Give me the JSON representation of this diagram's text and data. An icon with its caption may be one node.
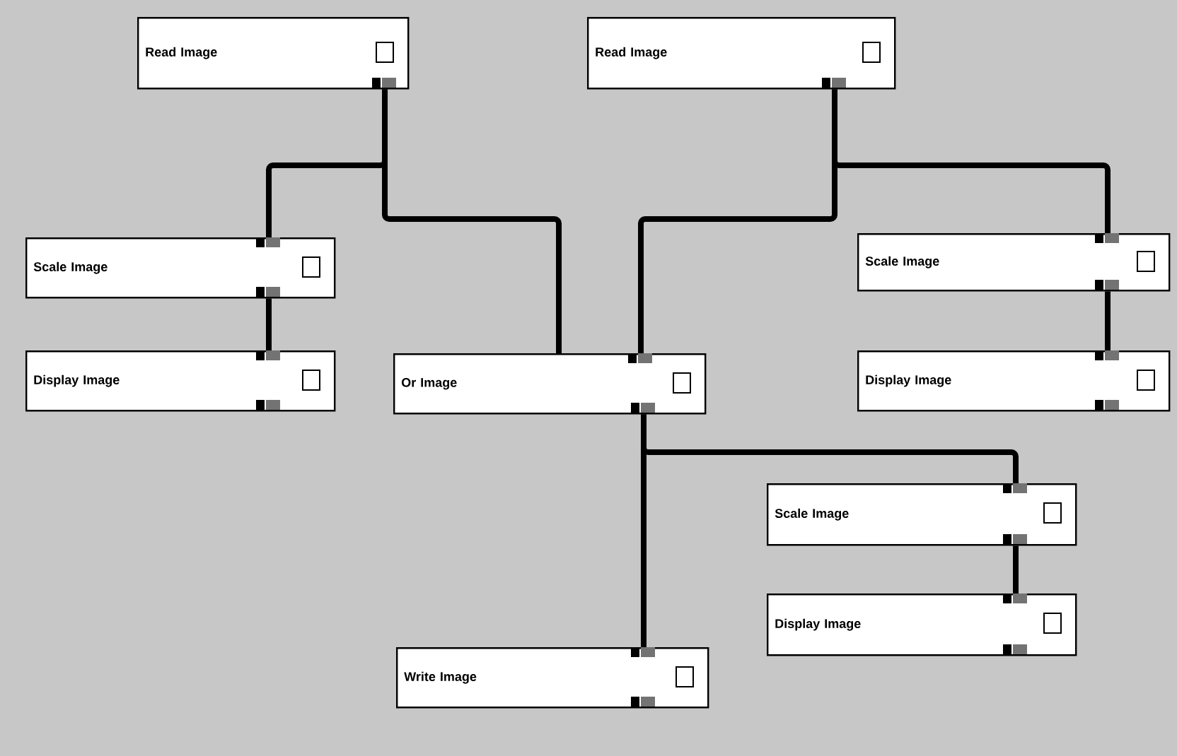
{
  "diagram": {
    "nodes": [
      {
        "text": [
          "Read Image"
        ]
      },
      {
        "text": [
          "Read Image"
        ]
      },
      {
        "text": [
          "Scale Image"
        ]
      },
      {
        "text": [
          "Scale Image"
        ]
      },
      {
        "text": [
          "Display Image"
        ]
      },
      {
        "text": [
          "Or Image"
        ]
      },
      {
        "text": [
          "Display Image"
        ]
      },
      {
        "text": [
          "Scale Image"
        ]
      },
      {
        "text": [
          "Display Image"
        ]
      },
      {
        "text": [
          "Write Image"
        ]
      }
    ],
    "edges": [
      {
        "from": 0,
        "to": 2,
        "arrow": "none"
      },
      {
        "from": 0,
        "to": 5,
        "arrow": "none"
      },
      {
        "from": 1,
        "to": 5,
        "arrow": "none"
      },
      {
        "from": 1,
        "to": 3,
        "arrow": "none"
      },
      {
        "from": 2,
        "to": 4,
        "arrow": "none"
      },
      {
        "from": 3,
        "to": 6,
        "arrow": "none"
      },
      {
        "from": 5,
        "to": 7,
        "arrow": "none"
      },
      {
        "from": 5,
        "to": 9,
        "arrow": "none"
      },
      {
        "from": 7,
        "to": 8,
        "arrow": "none"
      }
    ]
  }
}
